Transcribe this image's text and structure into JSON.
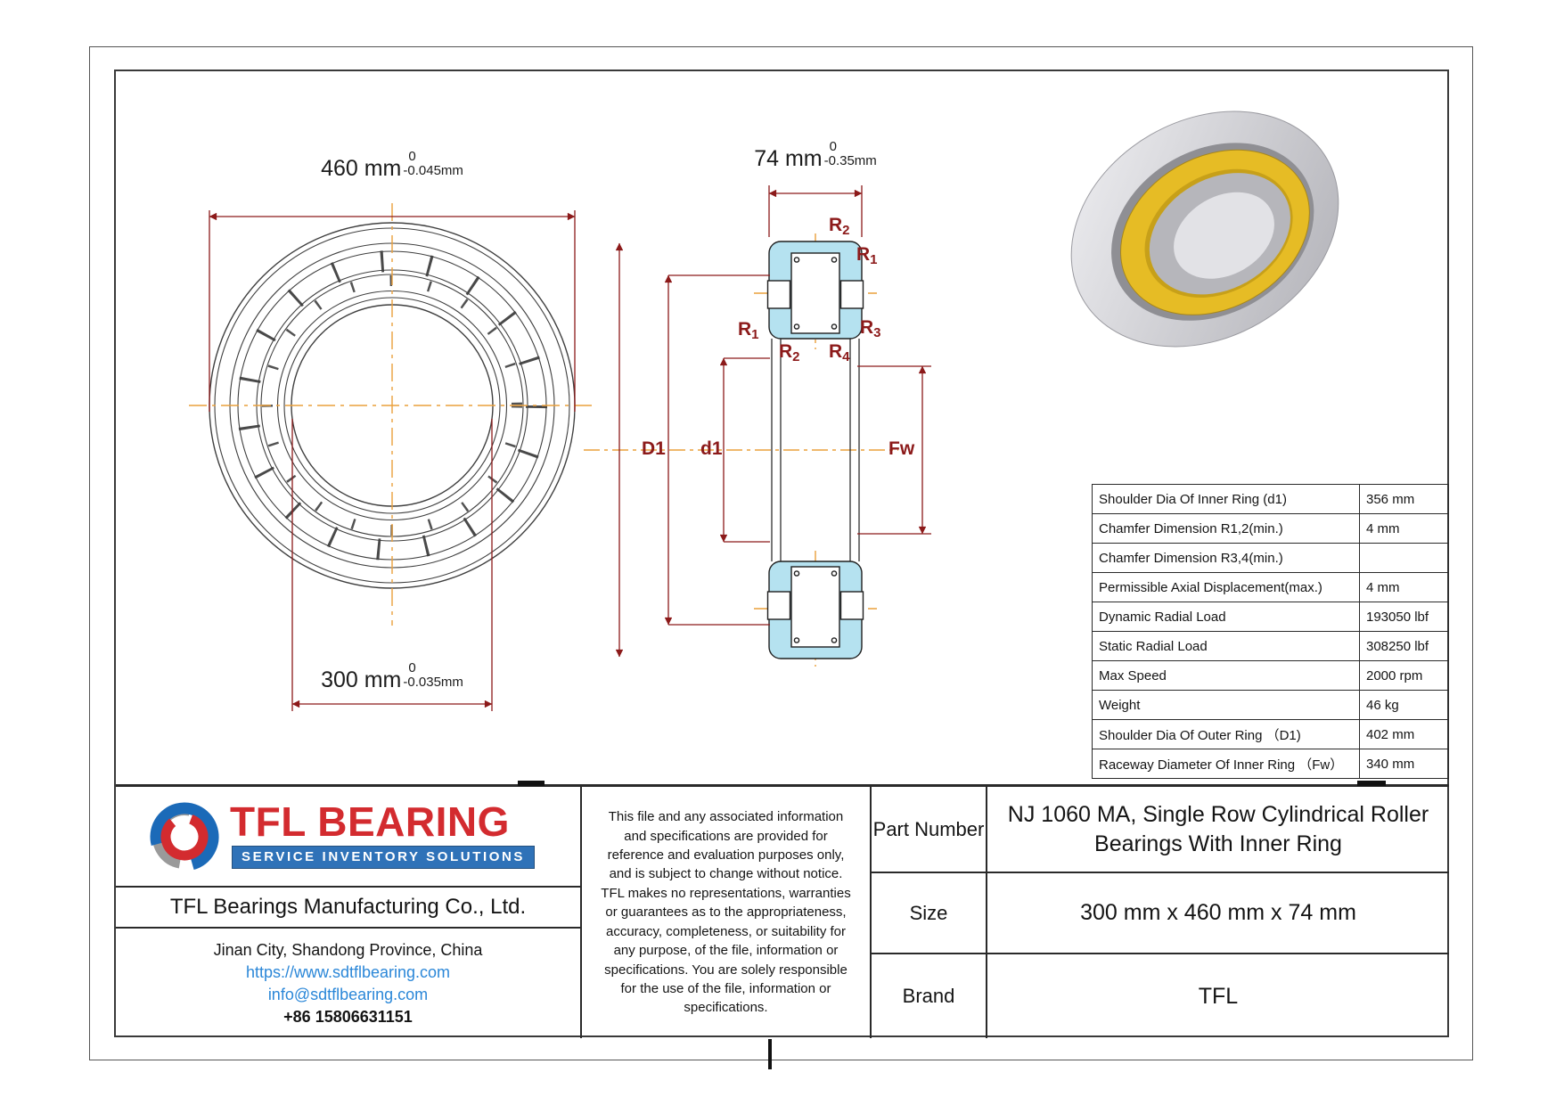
{
  "dims": {
    "outer": {
      "value": "460 mm",
      "tol_top": "0",
      "tol_bottom": "-0.045mm"
    },
    "bore": {
      "value": "300 mm",
      "tol_top": "0",
      "tol_bottom": "-0.035mm"
    },
    "width": {
      "value": "74 mm",
      "tol_top": "0",
      "tol_bottom": "-0.35mm"
    }
  },
  "section_labels": {
    "D1": "D1",
    "d1": "d1",
    "Fw": "Fw",
    "r2_top": {
      "base": "R",
      "sub": "2"
    },
    "r1_top": {
      "base": "R",
      "sub": "1"
    },
    "r1_mid": {
      "base": "R",
      "sub": "1"
    },
    "r2_mid": {
      "base": "R",
      "sub": "2"
    },
    "r3_mid": {
      "base": "R",
      "sub": "3"
    },
    "r4_mid": {
      "base": "R",
      "sub": "4"
    }
  },
  "spec_table": {
    "rows": [
      {
        "label": "Shoulder Dia Of Inner Ring (d1)",
        "value": "356 mm"
      },
      {
        "label": "Chamfer Dimension R1,2(min.)",
        "value": "4 mm"
      },
      {
        "label": "Chamfer Dimension R3,4(min.)",
        "value": ""
      },
      {
        "label": "Permissible Axial Displacement(max.)",
        "value": "4 mm"
      },
      {
        "label": "Dynamic Radial Load",
        "value": "193050 lbf"
      },
      {
        "label": "Static Radial Load",
        "value": "308250 lbf"
      },
      {
        "label": "Max Speed",
        "value": "2000 rpm"
      },
      {
        "label": "Weight",
        "value": "46 kg"
      },
      {
        "label": "Shoulder Dia Of Outer Ring （D1)",
        "value": "402 mm"
      },
      {
        "label": "Raceway Diameter Of Inner Ring （Fw）",
        "value": "340 mm"
      }
    ]
  },
  "title_block": {
    "brand_wordmark": "TFL BEARING",
    "brand_tagline": "SERVICE INVENTORY SOLUTIONS",
    "company_name": "TFL Bearings Manufacturing Co., Ltd.",
    "address": "Jinan City, Shandong Province, China",
    "website": "https://www.sdtflbearing.com",
    "email": "info@sdtflbearing.com",
    "phone": "+86 15806631151",
    "disclaimer": "This file and any associated information and specifications are provided for reference and evaluation purposes only, and is subject to change without notice. TFL makes no representations, warranties or guarantees as to the appropriateness, accuracy, completeness, or suitability for any purpose, of the file, information or specifications.  You are solely responsible for the use of the file, information or specifications.",
    "fields": [
      {
        "label": "Part Number",
        "value": "NJ 1060 MA, Single Row Cylindrical Roller Bearings With Inner Ring"
      },
      {
        "label": "Size",
        "value": "300 mm x 460 mm x 74 mm"
      },
      {
        "label": "Brand",
        "value": "TFL"
      }
    ]
  },
  "colors": {
    "annotation_maroon": "#8c1a1a",
    "centerline_orange": "#eaa03c",
    "section_fill_blue": "#b5e2f0",
    "brand_red": "#d32b2f",
    "brand_blue": "#2f72b8",
    "link_blue": "#2b87d8"
  }
}
